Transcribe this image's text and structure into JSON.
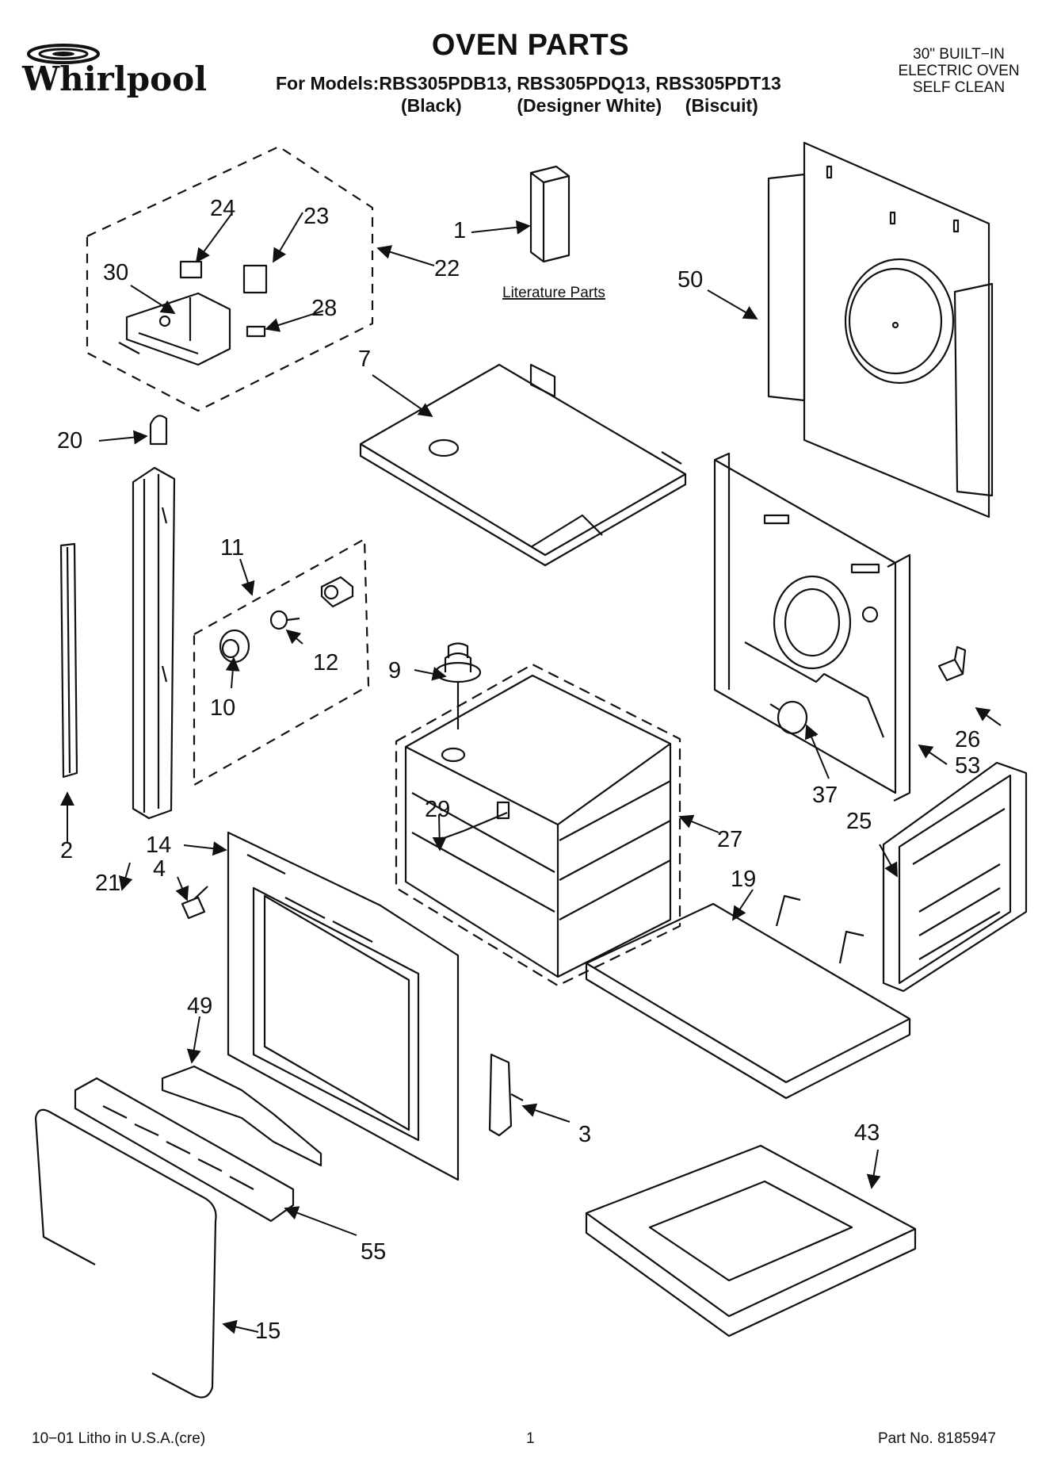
{
  "brand": "Whirlpool",
  "header": {
    "title": "OVEN PARTS",
    "models_line": "For Models:RBS305PDB13, RBS305PDQ13, RBS305PDT13",
    "variants": [
      "(Black)",
      "(Designer White)",
      "(Biscuit)"
    ],
    "product": [
      "30\" BUILT−IN",
      "ELECTRIC OVEN",
      "SELF CLEAN"
    ]
  },
  "diagram": {
    "literature_label": "Literature Parts",
    "callouts": {
      "c1": "1",
      "c2": "2",
      "c3": "3",
      "c4": "4",
      "c7": "7",
      "c9": "9",
      "c10": "10",
      "c11": "11",
      "c12": "12",
      "c14": "14",
      "c15": "15",
      "c19": "19",
      "c20": "20",
      "c21": "21",
      "c22": "22",
      "c23": "23",
      "c24": "24",
      "c25": "25",
      "c26": "26",
      "c27": "27",
      "c28": "28",
      "c29": "29",
      "c30": "30",
      "c37": "37",
      "c43": "43",
      "c49": "49",
      "c50": "50",
      "c53": "53",
      "c55": "55"
    }
  },
  "footer": {
    "litho": "10−01 Litho in U.S.A.(cre)",
    "page": "1",
    "part_no": "Part No. 8185947"
  }
}
